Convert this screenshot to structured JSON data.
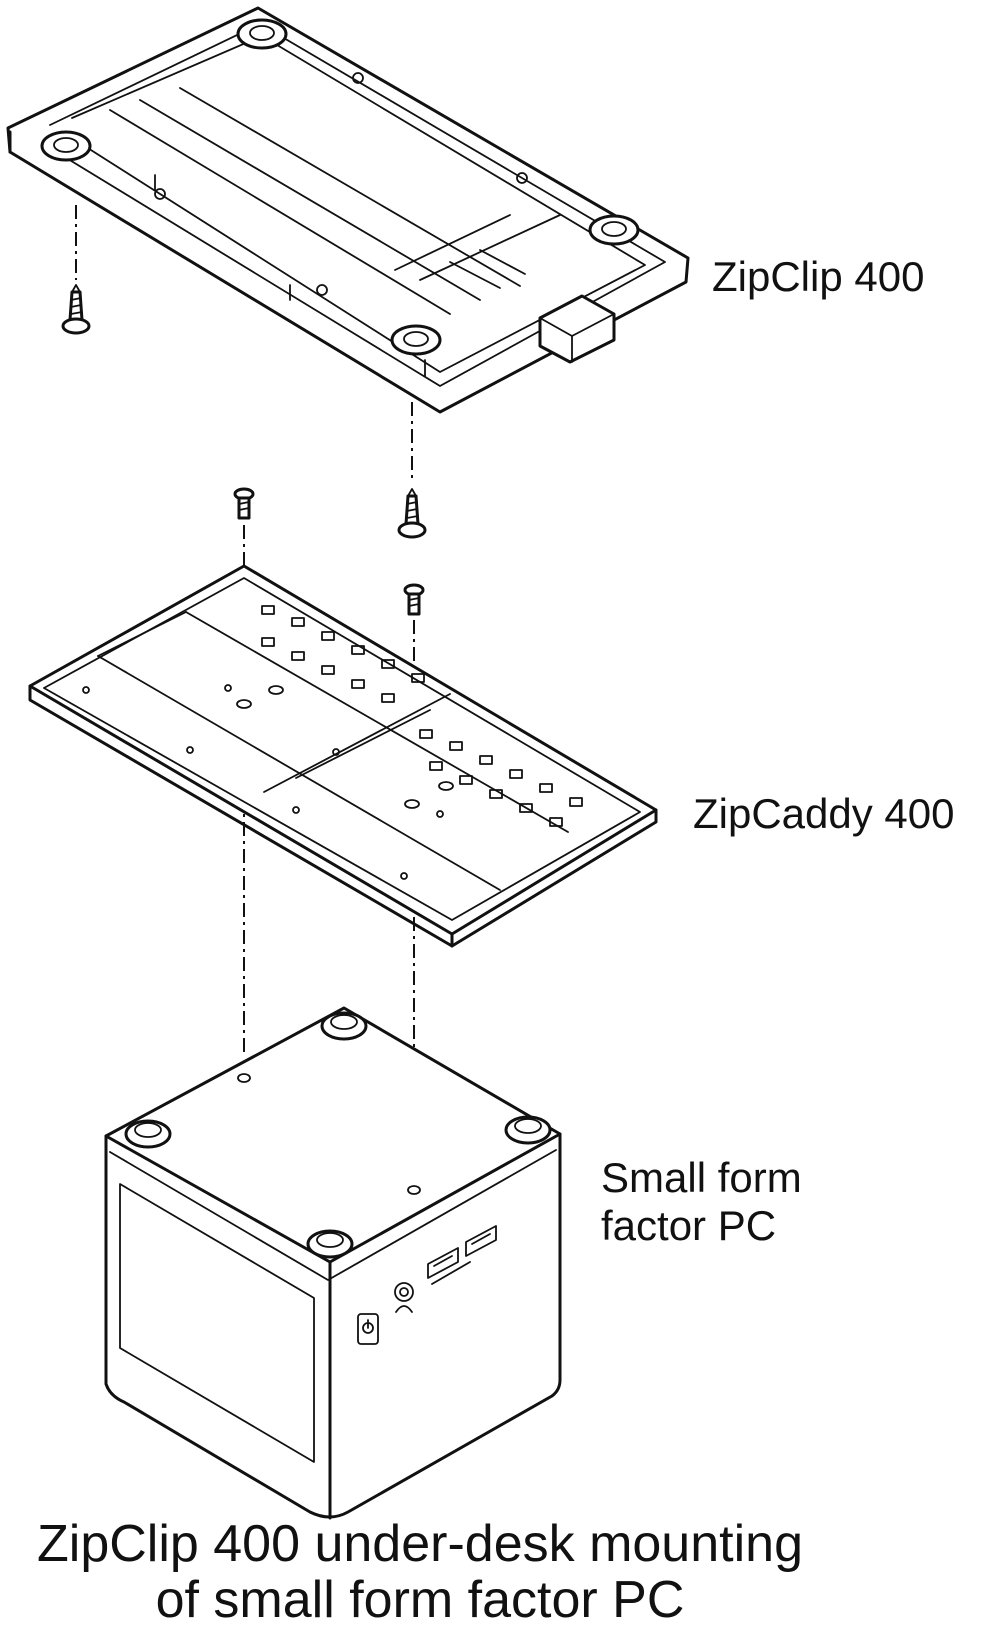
{
  "labels": {
    "clip": "ZipClip 400",
    "caddy": "ZipCaddy 400",
    "pc_line1": "Small form",
    "pc_line2": "factor PC"
  },
  "caption": {
    "line1": "ZipClip 400 under-desk mounting",
    "line2": "of small form factor PC"
  }
}
